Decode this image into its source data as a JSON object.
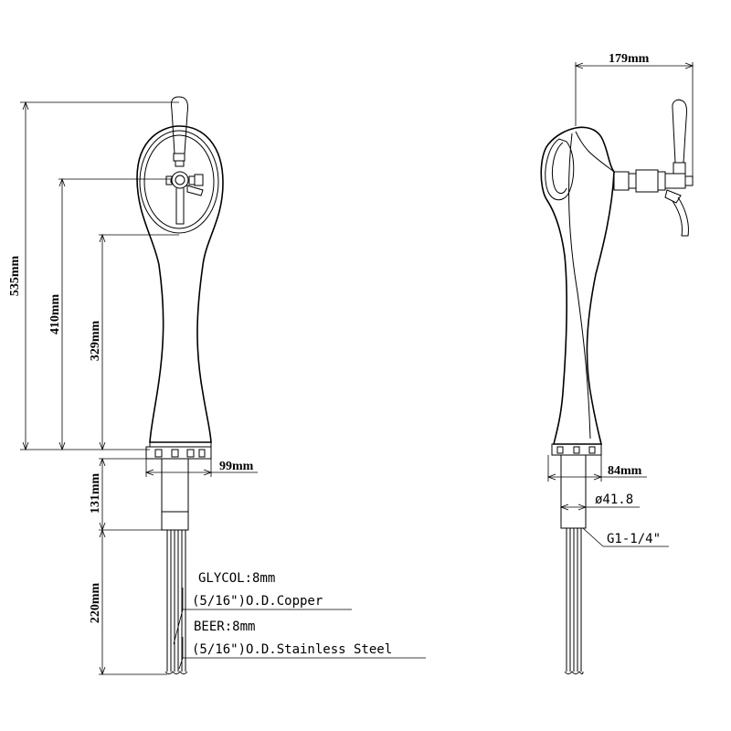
{
  "front_view": {
    "dim_height_total": "535mm",
    "dim_height_tap": "410mm",
    "dim_height_body": "329mm",
    "dim_base_width": "99mm",
    "dim_shank": "131mm",
    "dim_lines": "220mm"
  },
  "side_view": {
    "dim_projection": "179mm",
    "dim_base_depth": "84mm",
    "dim_shank_dia": "ø41.8",
    "dim_thread": "G1-1/4\""
  },
  "notes": {
    "glycol_line1": "GLYCOL:8mm",
    "glycol_line2": "(5/16\")O.D.Copper",
    "beer_line1": "BEER:8mm",
    "beer_line2": "(5/16\")O.D.Stainless Steel"
  }
}
